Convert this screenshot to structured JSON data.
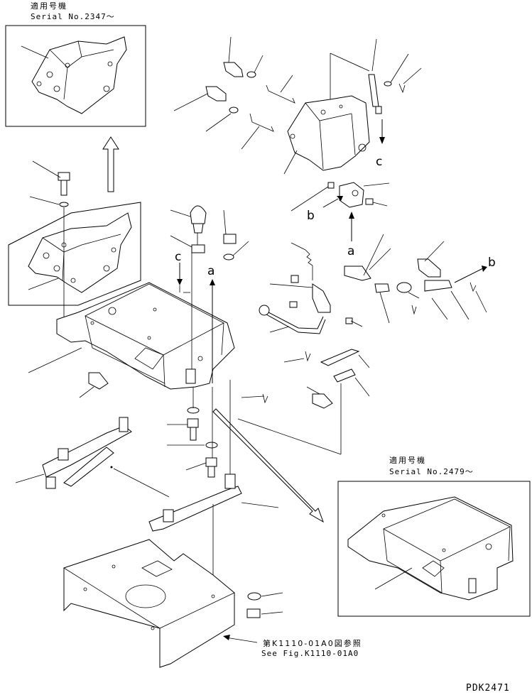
{
  "top_inset": {
    "heading_jp": "適用号機",
    "serial": "Serial No.2347～"
  },
  "right_inset": {
    "heading_jp": "適用号機",
    "serial": "Serial No.2479～"
  },
  "reference": {
    "jp": "第K1110-01A0図参照",
    "en": "See Fig.K1110-01A0"
  },
  "connectors": {
    "a1": "a",
    "a2": "a",
    "b1": "b",
    "b2": "b",
    "c1": "c",
    "c2": "c"
  },
  "drawing_code": "PDK2471"
}
